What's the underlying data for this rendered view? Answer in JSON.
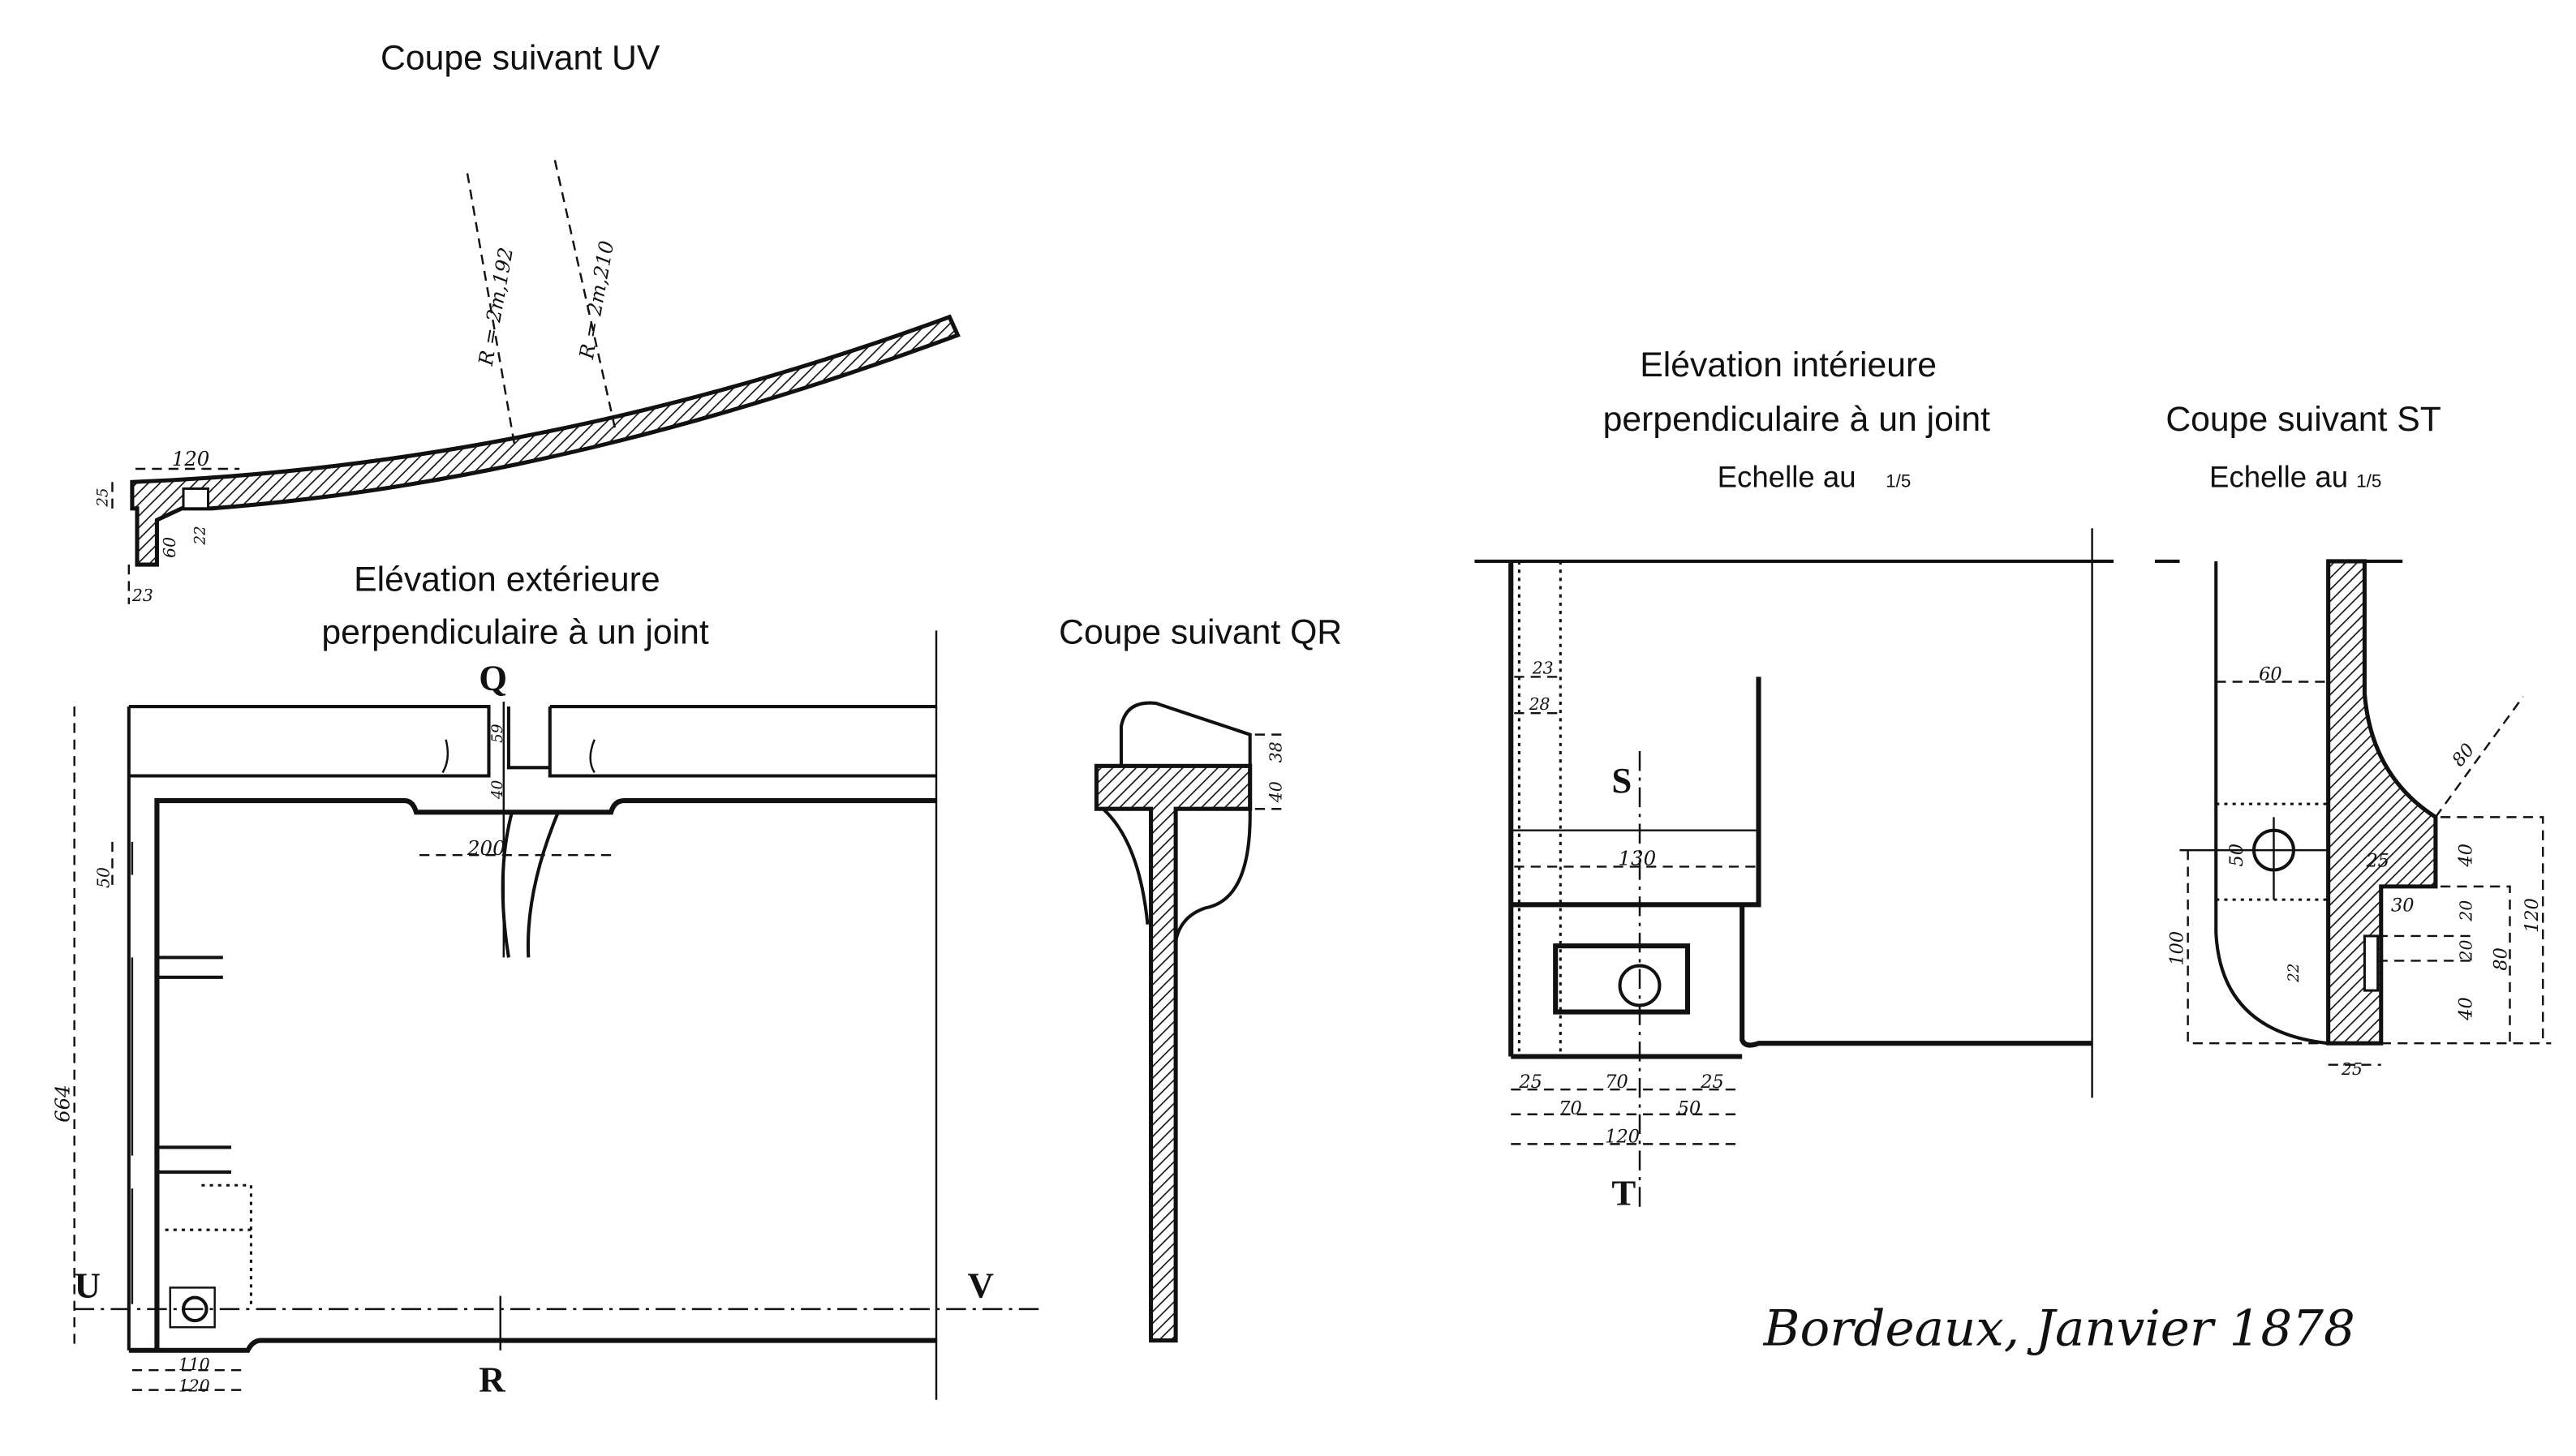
{
  "colors": {
    "ink": "#111111",
    "paper": "#ffffff"
  },
  "section_uv": {
    "title": "Coupe suivant UV",
    "radius_inner": "R = 2m,192",
    "radius_outer": "R = 2m,210",
    "dims": [
      "120",
      "25",
      "60",
      "22",
      "23"
    ]
  },
  "elevation_ext": {
    "title_line1": "Elévation extérieure",
    "title_line2": "perpendiculaire à un joint",
    "letters": {
      "q": "Q",
      "r": "R",
      "u": "U",
      "v": "V"
    },
    "dims": [
      "664",
      "50",
      "59",
      "40",
      "200",
      "110",
      "120"
    ]
  },
  "section_qr": {
    "title": "Coupe suivant QR",
    "dims": [
      "38",
      "40"
    ]
  },
  "elevation_int": {
    "title_line1": "Elévation intérieure",
    "title_line2": "perpendiculaire à un joint",
    "scale_label": "Echelle au",
    "scale_fraction": "1/5",
    "letters": {
      "s": "S",
      "t": "T"
    },
    "dims": [
      "23",
      "28",
      "130",
      "25",
      "70",
      "25",
      "70",
      "50",
      "120"
    ]
  },
  "section_st": {
    "title": "Coupe suivant ST",
    "scale_label": "Echelle au",
    "scale_fraction": "1/5",
    "dims": [
      "60",
      "80",
      "50",
      "25",
      "30",
      "40",
      "20",
      "20",
      "40",
      "80",
      "120",
      "100",
      "22",
      "25"
    ]
  },
  "signature": "Bordeaux, Janvier 1878"
}
